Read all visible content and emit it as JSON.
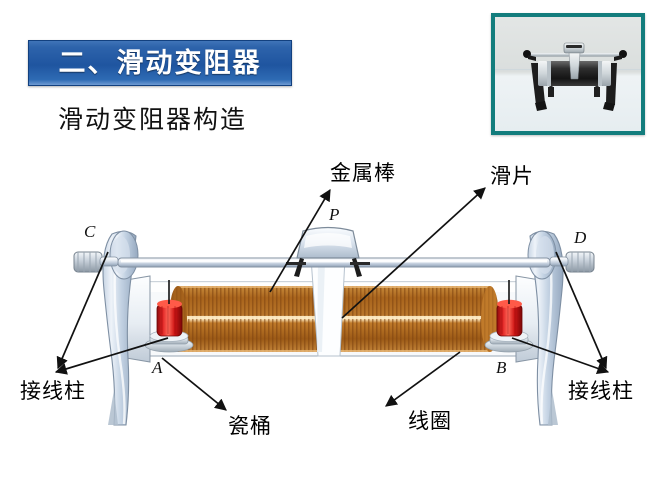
{
  "page": {
    "background": "#ffffff",
    "accent_blue": "#1f55a0",
    "accent_teal": "#137d7d",
    "coil_copper": "#c07a2a",
    "post_red": "#d81f1f",
    "metal_gray": "#b9c6d6"
  },
  "banner": {
    "text": "二、滑动变阻器"
  },
  "subtitle": {
    "text": "滑动变阻器构造"
  },
  "photo": {
    "name": "rheostat-photo",
    "caption": ""
  },
  "labels": {
    "metal_rod": "金属棒",
    "slider": "滑片",
    "binding_post_left": "接线柱",
    "binding_post_right": "接线柱",
    "ceramic_tube": "瓷桶",
    "coil": "线圈"
  },
  "points": {
    "c": "C",
    "d": "D",
    "p": "P",
    "a": "A",
    "b": "B"
  }
}
